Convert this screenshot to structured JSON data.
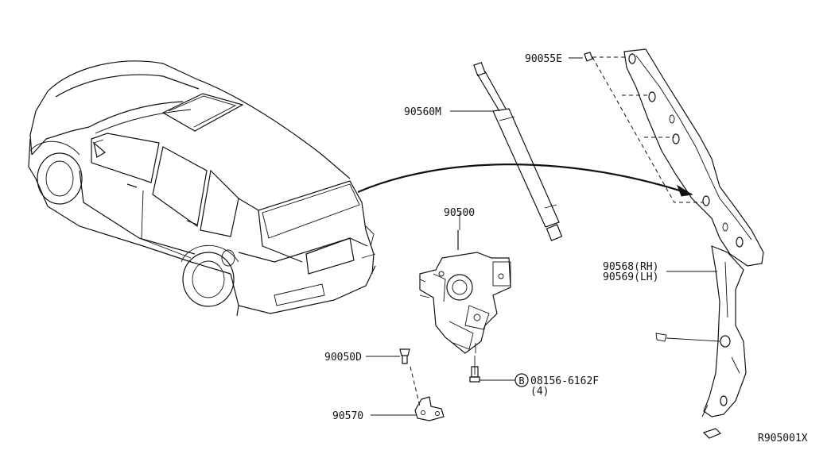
{
  "parts": {
    "rear_clip": "90055E",
    "gas_stay": "90560M",
    "closure_actuator": "90500",
    "trim_rh": "90568(RH)",
    "trim_lh": "90569(LH)",
    "bumper": "90050D",
    "striker": "90570",
    "bolt_code": "B",
    "bolt_part": "08156-6162F",
    "bolt_qty": "(4)"
  },
  "diagram_code": "R905001X"
}
